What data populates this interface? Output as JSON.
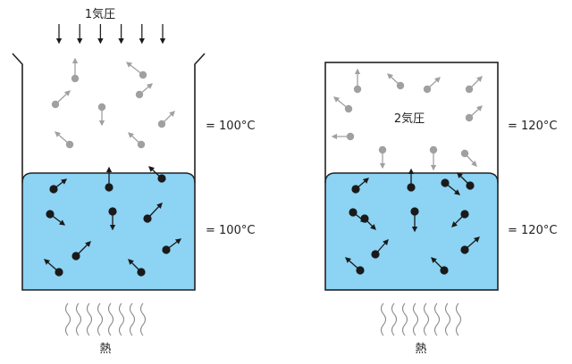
{
  "colors": {
    "water": "#8dd3f3",
    "vapor_molecule": "#a0a0a0",
    "liquid_molecule": "#1a1a1a",
    "outline": "#222222",
    "heat_wave": "#8a8a8a"
  },
  "left": {
    "pressure_label": "1気圧",
    "vapor_temp": "= 100°C",
    "liquid_temp": "= 100°C",
    "heat_label": "熱",
    "pressure_arrow_count": 6
  },
  "right": {
    "pressure_label": "2気圧",
    "vapor_temp": "= 120°C",
    "liquid_temp": "= 120°C",
    "heat_label": "熱"
  },
  "icons": {
    "pressure": "down-arrow-icon",
    "heat": "heat-wave-icon"
  }
}
